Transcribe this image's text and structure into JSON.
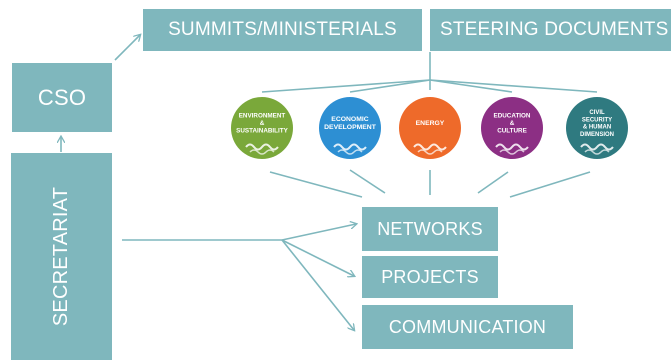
{
  "colors": {
    "box": "#7fb7bd",
    "line": "#7fb7bd",
    "text": "#ffffff"
  },
  "top": {
    "summits": "SUMMITS/MINISTERIALS",
    "steering": "STEERING DOCUMENTS"
  },
  "left": {
    "cso": "CSO",
    "secretariat": "SECRETARIAT"
  },
  "themes": [
    {
      "lines": [
        "ENVIRONMENT",
        "&",
        "SUSTAINABILITY"
      ],
      "color": "#7aa83a"
    },
    {
      "lines": [
        "ECONOMIC",
        "DEVELOPMENT"
      ],
      "color": "#2d8fd3"
    },
    {
      "lines": [
        "ENERGY"
      ],
      "color": "#ee6a2a"
    },
    {
      "lines": [
        "EDUCATION",
        "&",
        "CULTURE"
      ],
      "color": "#8c2f84"
    },
    {
      "lines": [
        "CIVIL",
        "SECURITY",
        "& HUMAN",
        "DIMENSION"
      ],
      "color": "#2f7a80"
    }
  ],
  "outputs": {
    "networks": "NETWORKS",
    "projects": "PROJECTS",
    "communication": "COMMUNICATION"
  }
}
